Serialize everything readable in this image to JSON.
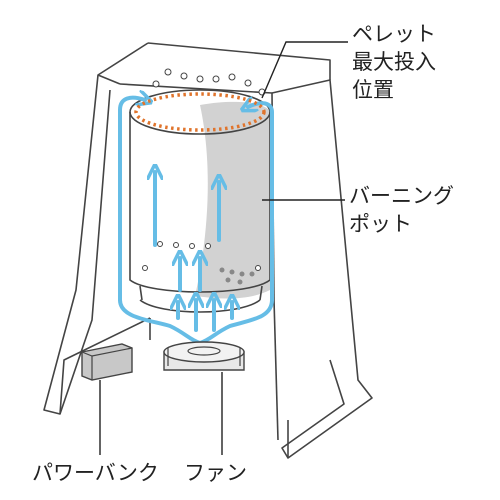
{
  "labels": {
    "pellet_max": {
      "line1": "ペレット",
      "line2": "最大投入",
      "line3": "位置"
    },
    "burning_pot": {
      "line1": "バーニング",
      "line2": "ポット"
    },
    "power_bank": "パワーバンク",
    "fan": "ファン"
  },
  "colors": {
    "outline": "#444444",
    "airflow": "#66bde6",
    "pot_shade": "#d2d2d2",
    "max_fill_line": "#e0742c",
    "power_bank_fill": "#c8c8c8"
  },
  "icons": [
    "airflow-arrow-icon",
    "fan-icon",
    "power-bank-icon"
  ]
}
